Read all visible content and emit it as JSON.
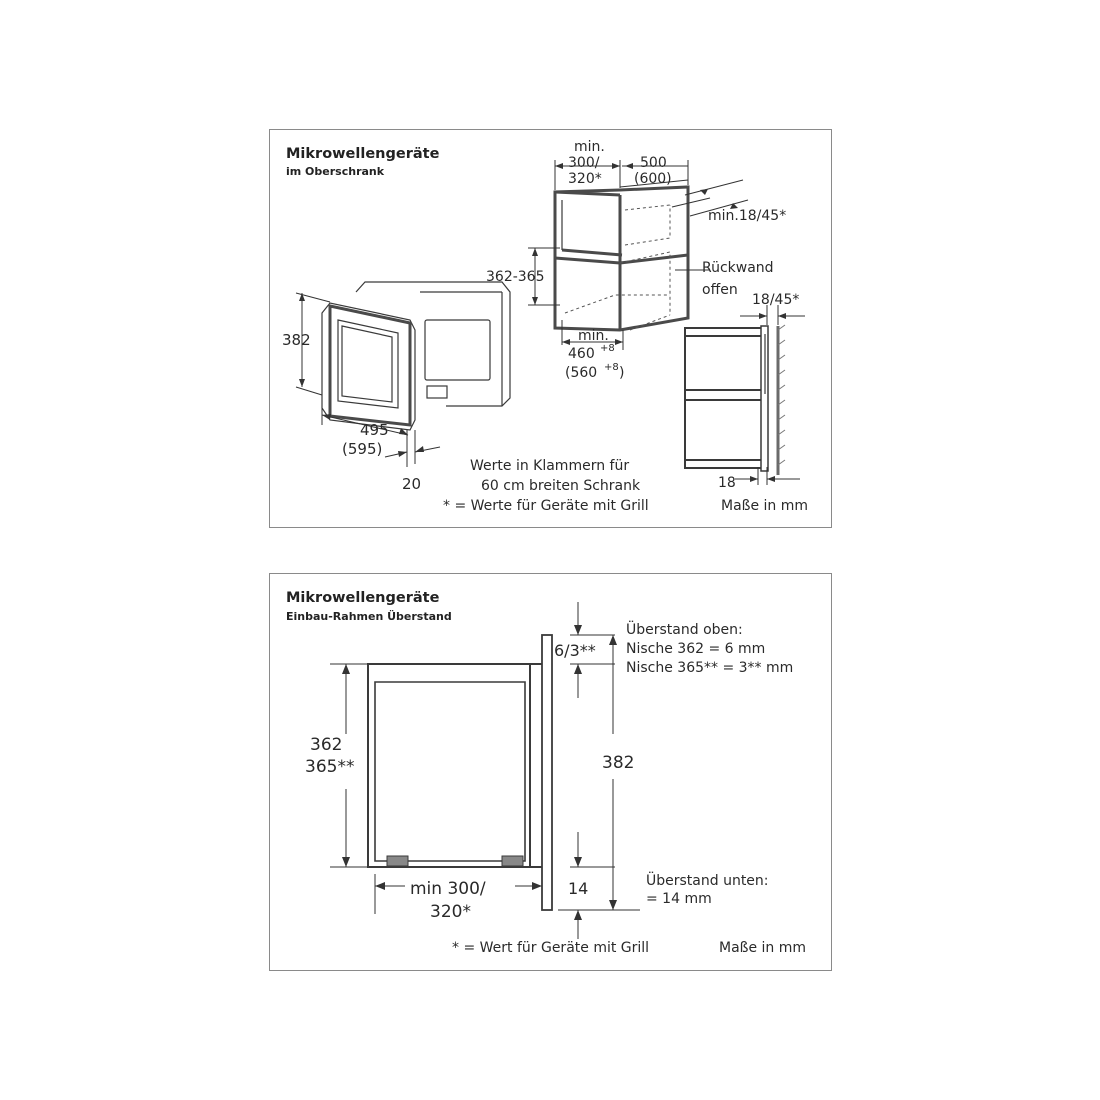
{
  "panel1": {
    "title": "Mikrowellengeräte",
    "subtitle": "im Oberschrank",
    "dims": {
      "height_382": "382",
      "width_495": "495",
      "width_595": "(595)",
      "frame_20": "20",
      "min_label": "min.",
      "depth_300": "300/",
      "depth_320": "320*",
      "depth_500": "500",
      "depth_600": "(600)",
      "vent_min": "min.18/45*",
      "niche_height": "362-365",
      "rueckwand": "Rückwand",
      "offen": "offen",
      "side_18_45": "18/45*",
      "niche_min": "min.",
      "niche_460": "460",
      "niche_560": "(560",
      "niche_560_close": ")",
      "sup8": "+8",
      "bottom_18": "18"
    },
    "note_line1": "Werte in Klammern für",
    "note_line2": "60 cm breiten Schrank",
    "note_line3": "* = Werte für Geräte mit Grill",
    "units": "Maße in mm"
  },
  "panel2": {
    "title": "Mikrowellengeräte",
    "subtitle": "Einbau-Rahmen Überstand",
    "dims": {
      "height_362": "362",
      "height_365": "365**",
      "top_63": "6/3**",
      "total_382": "382",
      "bottom_14": "14",
      "depth_min300": "min 300/",
      "depth_320": "320*"
    },
    "ueberstand_oben_1": "Überstand oben:",
    "ueberstand_oben_2": "Nische 362 = 6 mm",
    "ueberstand_oben_3": "Nische 365** = 3** mm",
    "ueberstand_unten_1": "Überstand unten:",
    "ueberstand_unten_2": "= 14 mm",
    "note": "* = Wert für Geräte mit Grill",
    "units": "Maße in mm"
  }
}
